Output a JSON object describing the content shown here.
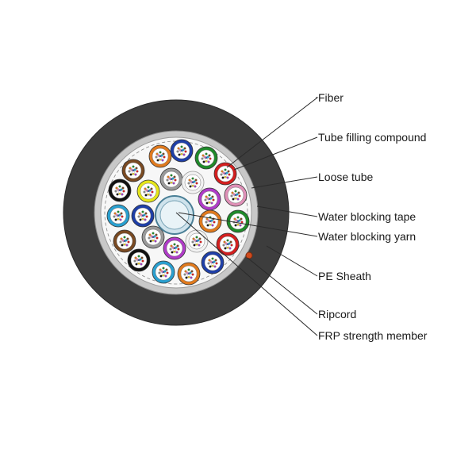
{
  "labels": {
    "fiber": "Fiber",
    "tube_filling_compound": "Tube filling compound",
    "loose_tube": "Loose tube",
    "water_blocking_tape": "Water blocking tape",
    "water_blocking_yarn": "Water blocking yarn",
    "pe_sheath": "PE Sheath",
    "ripcord": "Ripcord",
    "frp_strength_member": "FRP strength member"
  },
  "colors": {
    "sheath": "#3d3d3d",
    "tape": "#c8c8c8",
    "core_fill": "#f7f7f7",
    "frp_member": "#cfe3ec",
    "ripcord": "#d04a1c",
    "tube_colors": [
      "#1f3fa8",
      "#e07a1e",
      "#1f8a2a",
      "#7a4a22",
      "#9a9a9a",
      "#f2f2f2",
      "#d41f1f",
      "#111111",
      "#e6e61a",
      "#b03cc8",
      "#e090b8",
      "#2aa0d0"
    ],
    "fiber_colors": [
      "#1f3fa8",
      "#e07a1e",
      "#1f8a2a",
      "#7a4a22",
      "#8a8a8a",
      "#d41f1f",
      "#111111",
      "#e6c81a",
      "#a040c0",
      "#e080b0",
      "#20a0d0",
      "#ffffff"
    ]
  },
  "loose_tubes": [
    {
      "color": "#1f3fa8"
    },
    {
      "color": "#e07a1e"
    },
    {
      "color": "#1f8a2a"
    },
    {
      "color": "#7a4a22"
    },
    {
      "color": "#9a9a9a"
    },
    {
      "color": "#f2f2f2"
    },
    {
      "color": "#d41f1f"
    },
    {
      "color": "#111111"
    },
    {
      "color": "#e6e61a"
    },
    {
      "color": "#b03cc8"
    },
    {
      "color": "#e090b8"
    },
    {
      "color": "#2aa0d0"
    },
    {
      "color": "#1f3fa8"
    },
    {
      "color": "#e07a1e"
    },
    {
      "color": "#1f8a2a"
    },
    {
      "color": "#7a4a22"
    },
    {
      "color": "#9a9a9a"
    },
    {
      "color": "#f2f2f2"
    },
    {
      "color": "#d41f1f"
    },
    {
      "color": "#111111"
    },
    {
      "color": "#b03cc8"
    },
    {
      "color": "#1f3fa8"
    },
    {
      "color": "#2aa0d0"
    },
    {
      "color": "#e07a1e"
    }
  ]
}
